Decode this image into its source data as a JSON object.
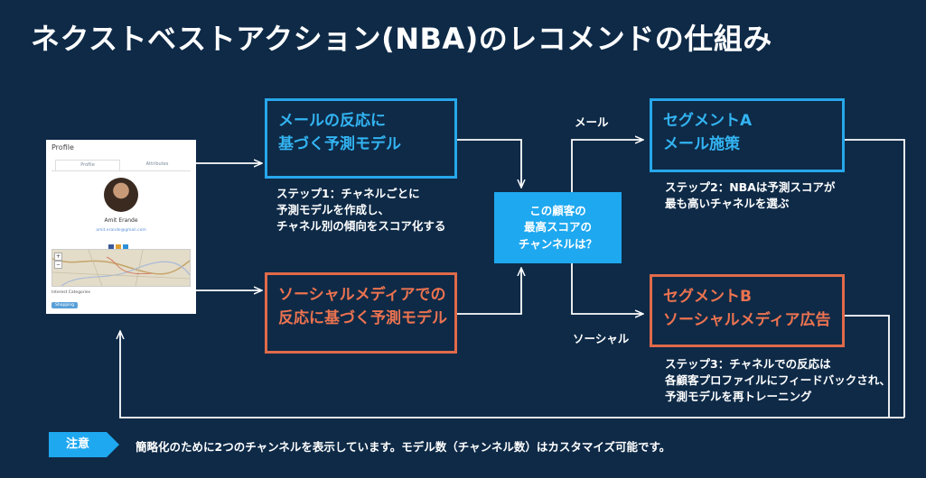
{
  "title": "ネクストベストアクション(NBA)のレコメンドの仕組み",
  "profile_card": {
    "title": "Profile",
    "tabs": [
      "Profile",
      "Attributes"
    ],
    "name": "Amit Erande",
    "email": "amit.erande@gmail.com",
    "interest_label": "Interest Categories",
    "chip": "Shopping",
    "zoom_in": "+",
    "zoom_out": "−"
  },
  "model_email": {
    "line1": "メールの反応に",
    "line2": "基づく予測モデル"
  },
  "model_social": {
    "line1": "ソーシャルメディアでの",
    "line2": "反応に基づく予測モデル"
  },
  "step1": {
    "line1": "ステップ1：チャネルごとに",
    "line2": "予測モデルを作成し、",
    "line3": "チャネル別の傾向をスコア化する"
  },
  "center": {
    "line1": "この顧客の",
    "line2": "最高スコアの",
    "line3": "チャンネルは？"
  },
  "label_email": "メール",
  "label_social": "ソーシャル",
  "segment_a": {
    "line1": "セグメントA",
    "line2": "メール施策"
  },
  "segment_b": {
    "line1": "セグメントB",
    "line2": "ソーシャルメディア広告"
  },
  "step2": {
    "line1": "ステップ2：NBAは予測スコアが",
    "line2": "最も高いチャネルを選ぶ"
  },
  "step3": {
    "line1": "ステップ3：チャネルでの反応は",
    "line2": "各顧客プロファイルにフィードバックされ、",
    "line3": "予測モデルを再トレーニング"
  },
  "footer": {
    "tag": "注意",
    "text": "簡略化のために2つのチャンネルを表示しています。モデル数（チャンネル数）はカスタマイズ可能です。"
  },
  "colors": {
    "background": "#0e2a47",
    "blue": "#27a7ea",
    "orange": "#e06a4a",
    "center": "#1ea8ef"
  }
}
